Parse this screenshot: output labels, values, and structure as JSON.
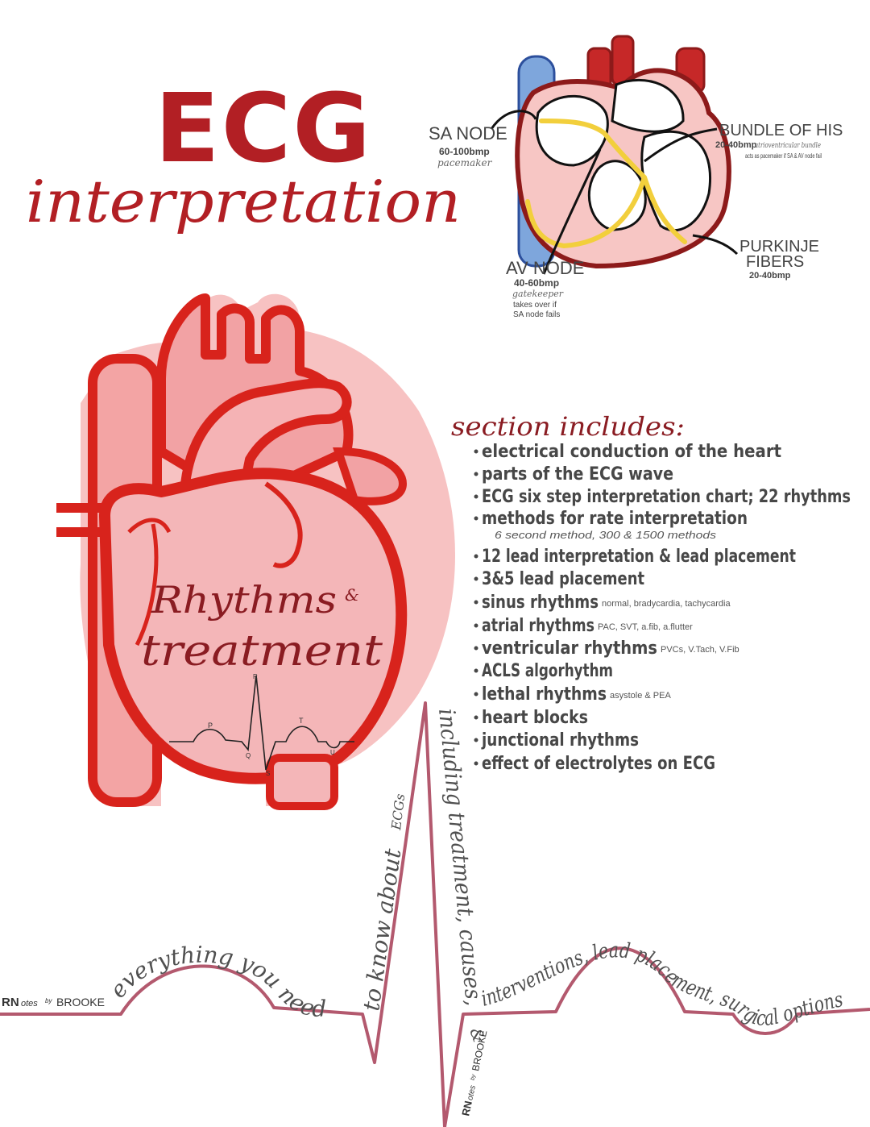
{
  "title": {
    "line1": "ECG",
    "line2": "interpretation"
  },
  "conduction_diagram": {
    "sa_node": {
      "name": "SA NODE",
      "rate": "60-100bmp",
      "role": "pacemaker"
    },
    "bundle_of_his": {
      "name": "BUNDLE OF HIS",
      "rate": "20-40bmp",
      "alt_name": "atrioventricular bundle",
      "note": "acts as pacemaker if SA & AV node fail"
    },
    "av_node": {
      "name": "AV NODE",
      "rate": "40-60bmp",
      "role": "gatekeeper",
      "note_line1": "takes over if",
      "note_line2": "SA node fails"
    },
    "purkinje": {
      "name_line1": "PURKINJE",
      "name_line2": "FIBERS",
      "rate": "20-40bmp"
    }
  },
  "heart": {
    "word1": "Rhythms",
    "amp": "&",
    "word2": "treatment",
    "ekg_labels": {
      "p": "P",
      "q": "Q",
      "r": "R",
      "s": "S",
      "t": "T",
      "u": "U"
    }
  },
  "section": {
    "title": "section includes:",
    "items": [
      {
        "text": "electrical conduction of the heart",
        "detail": ""
      },
      {
        "text": "parts of the ECG wave",
        "detail": ""
      },
      {
        "text": "ECG six step interpretation chart; 22 rhythms",
        "detail": ""
      },
      {
        "text": "methods for rate interpretation",
        "detail": ""
      },
      {
        "text": "",
        "detail": "6 second method, 300 & 1500 methods"
      },
      {
        "text": "12 lead interpretation & lead placement",
        "detail": ""
      },
      {
        "text": "3&5 lead placement",
        "detail": ""
      },
      {
        "text": "sinus rhythms",
        "detail": "normal, bradycardia, tachycardia"
      },
      {
        "text": "atrial rhythms",
        "detail": "PAC, SVT, a.fib, a.flutter"
      },
      {
        "text": "ventricular rhythms",
        "detail": "PVCs, V.Tach, V.Fib"
      },
      {
        "text": "ACLS algorhythm",
        "detail": ""
      },
      {
        "text": "lethal rhythms",
        "detail": "asystole & PEA"
      },
      {
        "text": "heart blocks",
        "detail": ""
      },
      {
        "text": "junctional rhythms",
        "detail": ""
      },
      {
        "text": "effect of electrolytes on ECG",
        "detail": ""
      }
    ]
  },
  "wave_text": {
    "p1": "everything you need",
    "up": "to know about",
    "ecgs": "ECGs",
    "down": "including treatment, causes,",
    "amp": "&",
    "t1": "interventions, lead placement, surgical options"
  },
  "branding": {
    "rn": "RN",
    "otes": "otes",
    "by": "by",
    "brooke": "BROOKE"
  },
  "colors": {
    "primary_red": "#b21f24",
    "heart_pink": "#f4b6b8",
    "wave_mauve": "#b3596e",
    "vein_blue": "#7ea6dc",
    "text_gray": "#474747"
  }
}
